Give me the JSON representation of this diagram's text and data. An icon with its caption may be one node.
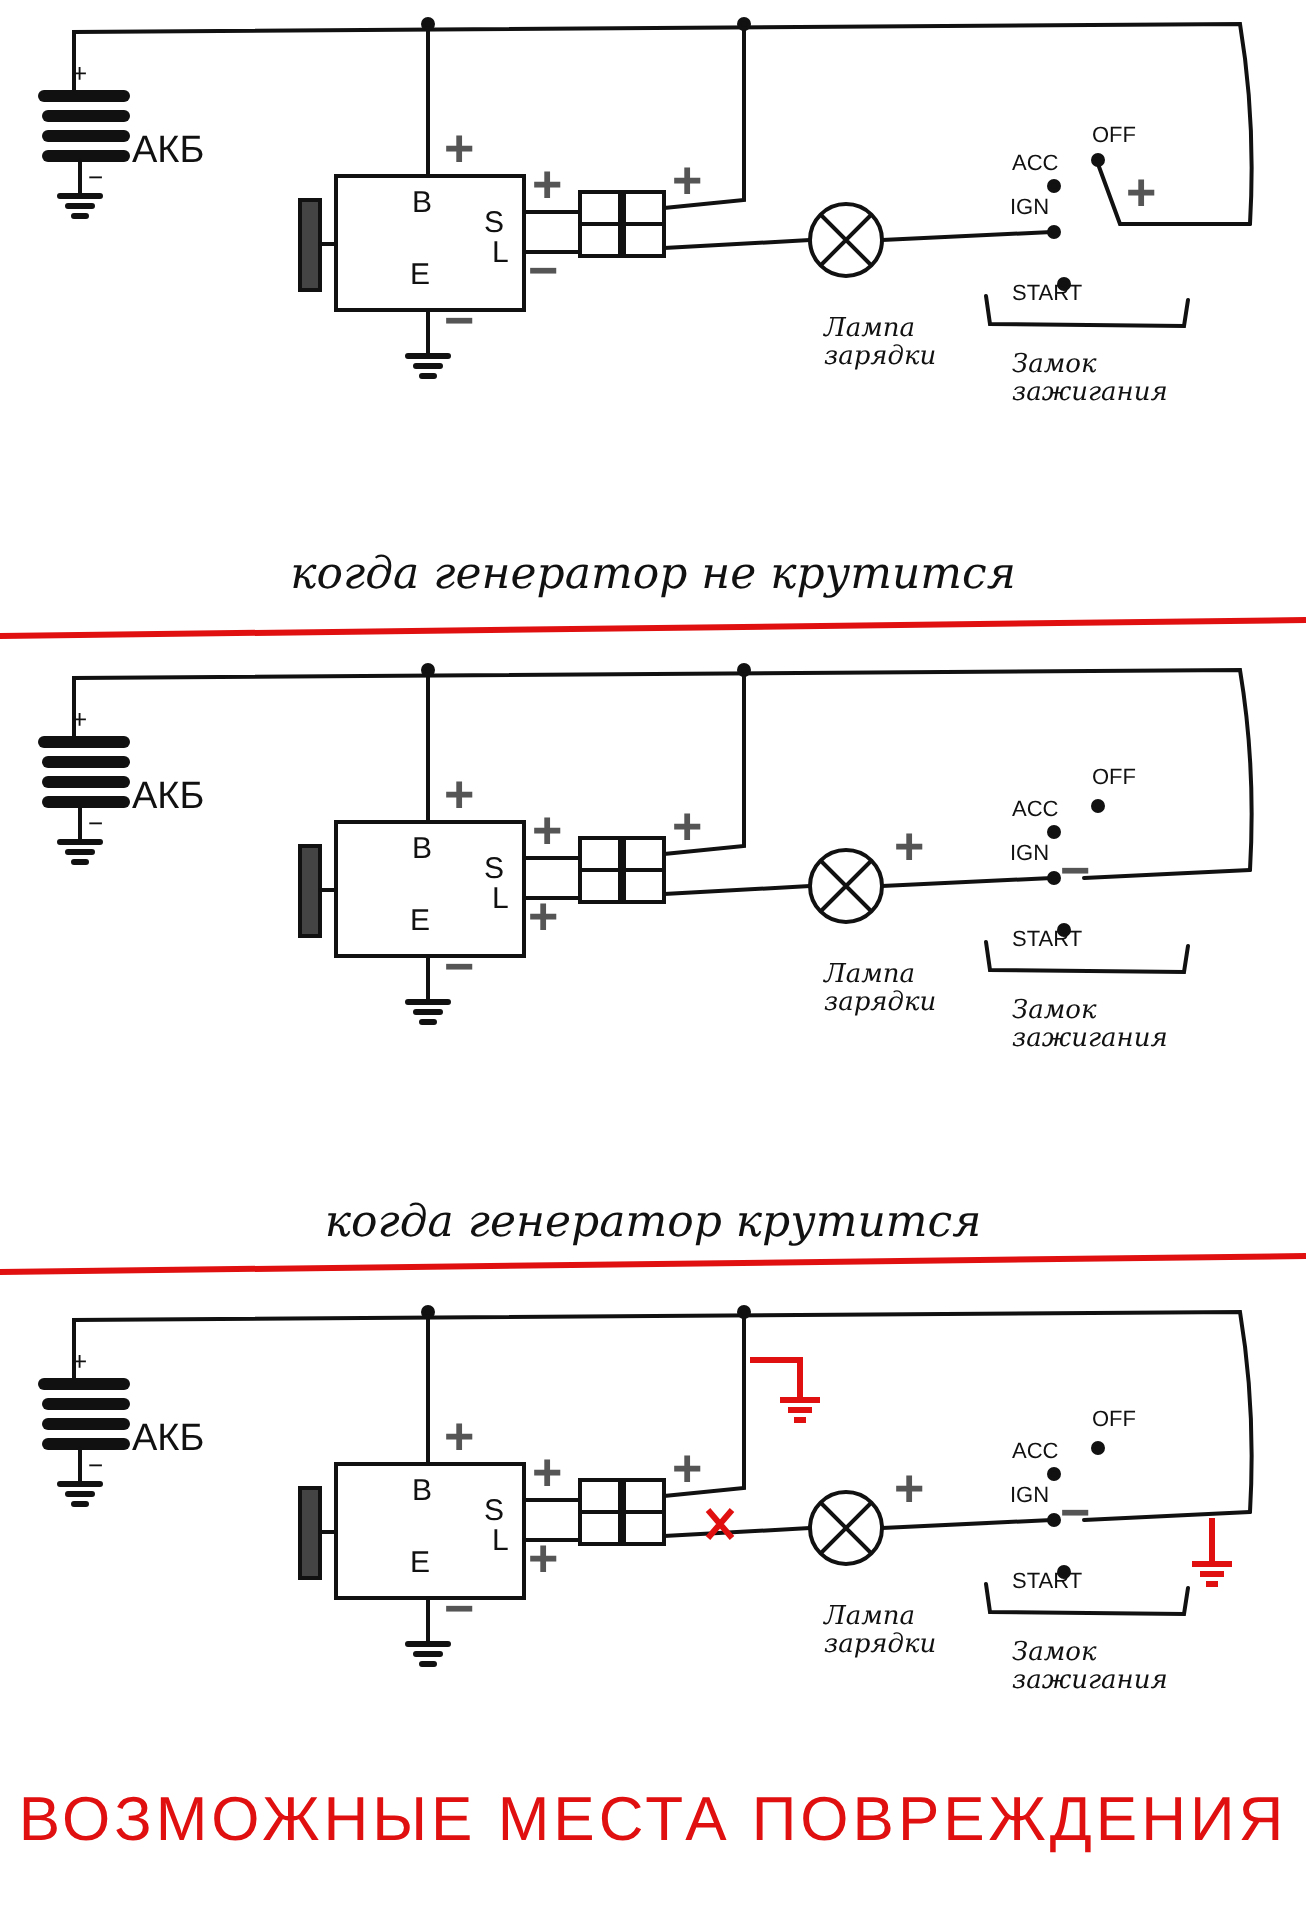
{
  "diagram": {
    "caption": "ВОЗМОЖНЫЕ МЕСТА ПОВРЕЖДЕНИЯ",
    "labels": [
      "+",
      "АКБ",
      "+",
      "OFF",
      "ACC",
      "+",
      "B",
      "S",
      "+",
      "+",
      "IGN",
      "L",
      "−",
      "−",
      "E",
      "−",
      "START",
      "Лампа зарядки",
      "Замок зажигания",
      "когда генератор не крутится",
      "+",
      "АКБ",
      "+",
      "OFF",
      "ACC",
      "+",
      "B",
      "S",
      "+",
      "+",
      "IGN",
      "L",
      "+",
      "−",
      "−",
      "E",
      "−",
      "START",
      "Лампа зарядки",
      "Замок зажигания",
      "когда генератор крутится",
      "+",
      "АКБ",
      "+",
      "OFF",
      "ACC",
      "+",
      "B",
      "S",
      "+",
      "+",
      "IGN",
      "L",
      "+",
      "−",
      "−",
      "E",
      "−",
      "START",
      "Лампа зарядки",
      "Замок зажигания"
    ]
  }
}
